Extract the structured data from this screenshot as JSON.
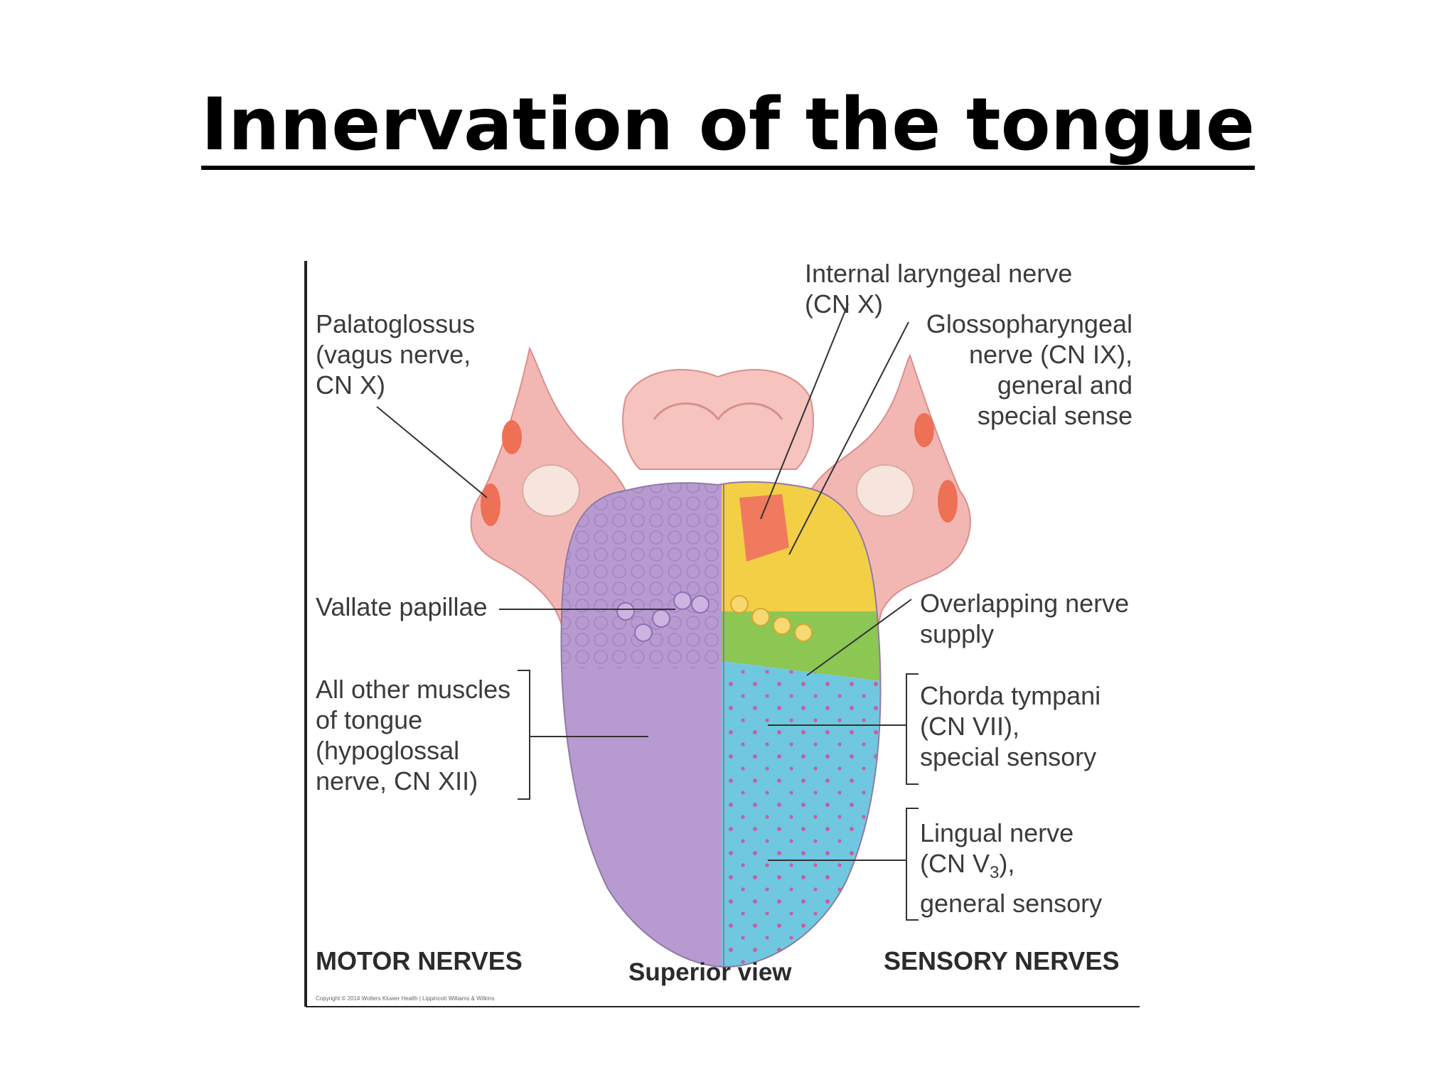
{
  "slide": {
    "title": "Innervation of the tongue"
  },
  "figure": {
    "labels": {
      "palatoglossus": [
        "Palatoglossus",
        "(vagus nerve,",
        "CN X)"
      ],
      "internal_laryngeal": [
        "Internal laryngeal nerve",
        "(CN X)"
      ],
      "glossopharyngeal": [
        "Glossopharyngeal",
        "nerve (CN IX),",
        "general and",
        "special sense"
      ],
      "vallate_papillae": "Vallate papillae",
      "overlapping": [
        "Overlapping nerve",
        "supply"
      ],
      "other_muscles": [
        "All other muscles",
        "of tongue",
        "(hypoglossal",
        "nerve, CN XII)"
      ],
      "chorda_tympani": [
        "Chorda tympani",
        "(CN VII),",
        "special sensory"
      ],
      "lingual_nerve": [
        "Lingual nerve",
        "(CN V",
        "3",
        "),",
        "general sensory"
      ],
      "motor_nerves": "MOTOR NERVES",
      "superior_view": "Superior view",
      "sensory_nerves": "SENSORY NERVES",
      "copyright": "Copyright © 2014 Wolters Kluwer Health | Lippincott Williams & Wilkins"
    },
    "colors": {
      "motor_region": "#b79bd0",
      "glossopharyngeal_region": "#f3cf45",
      "internal_laryngeal_region": "#f07a5e",
      "overlap_region": "#8cc653",
      "chorda_lingual_region": "#6fc8e0",
      "pharynx": "#f3b7b3"
    }
  }
}
